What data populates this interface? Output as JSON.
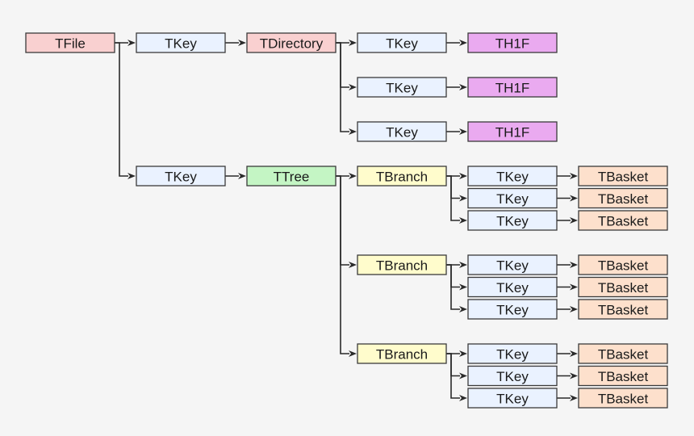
{
  "colors": {
    "TFile": "#f9d0d0",
    "TKey": "#eaf2ff",
    "TDirectory": "#f9d0d0",
    "TH1F": "#eaaaf0",
    "TTree": "#c4f5c4",
    "TBranch": "#fffccc",
    "TBasket": "#fde0cc"
  },
  "nodes": [
    {
      "id": "tfile",
      "label": "TFile",
      "kind": "TFile"
    },
    {
      "id": "key-dir",
      "label": "TKey",
      "kind": "TKey"
    },
    {
      "id": "tdirectory",
      "label": "TDirectory",
      "kind": "TDirectory"
    },
    {
      "id": "key-h1",
      "label": "TKey",
      "kind": "TKey"
    },
    {
      "id": "th1f-1",
      "label": "TH1F",
      "kind": "TH1F"
    },
    {
      "id": "key-h2",
      "label": "TKey",
      "kind": "TKey"
    },
    {
      "id": "th1f-2",
      "label": "TH1F",
      "kind": "TH1F"
    },
    {
      "id": "key-h3",
      "label": "TKey",
      "kind": "TKey"
    },
    {
      "id": "th1f-3",
      "label": "TH1F",
      "kind": "TH1F"
    },
    {
      "id": "key-tree",
      "label": "TKey",
      "kind": "TKey"
    },
    {
      "id": "ttree",
      "label": "TTree",
      "kind": "TTree"
    },
    {
      "id": "tbranch-1",
      "label": "TBranch",
      "kind": "TBranch"
    },
    {
      "id": "key-b1-1",
      "label": "TKey",
      "kind": "TKey"
    },
    {
      "id": "basket-b1-1",
      "label": "TBasket",
      "kind": "TBasket"
    },
    {
      "id": "key-b1-2",
      "label": "TKey",
      "kind": "TKey"
    },
    {
      "id": "basket-b1-2",
      "label": "TBasket",
      "kind": "TBasket"
    },
    {
      "id": "key-b1-3",
      "label": "TKey",
      "kind": "TKey"
    },
    {
      "id": "basket-b1-3",
      "label": "TBasket",
      "kind": "TBasket"
    },
    {
      "id": "tbranch-2",
      "label": "TBranch",
      "kind": "TBranch"
    },
    {
      "id": "key-b2-1",
      "label": "TKey",
      "kind": "TKey"
    },
    {
      "id": "basket-b2-1",
      "label": "TBasket",
      "kind": "TBasket"
    },
    {
      "id": "key-b2-2",
      "label": "TKey",
      "kind": "TKey"
    },
    {
      "id": "basket-b2-2",
      "label": "TBasket",
      "kind": "TBasket"
    },
    {
      "id": "key-b2-3",
      "label": "TKey",
      "kind": "TKey"
    },
    {
      "id": "basket-b2-3",
      "label": "TBasket",
      "kind": "TBasket"
    },
    {
      "id": "tbranch-3",
      "label": "TBranch",
      "kind": "TBranch"
    },
    {
      "id": "key-b3-1",
      "label": "TKey",
      "kind": "TKey"
    },
    {
      "id": "basket-b3-1",
      "label": "TBasket",
      "kind": "TBasket"
    },
    {
      "id": "key-b3-2",
      "label": "TKey",
      "kind": "TKey"
    },
    {
      "id": "basket-b3-2",
      "label": "TBasket",
      "kind": "TBasket"
    },
    {
      "id": "key-b3-3",
      "label": "TKey",
      "kind": "TKey"
    },
    {
      "id": "basket-b3-3",
      "label": "TBasket",
      "kind": "TBasket"
    }
  ],
  "edges": [
    {
      "from": "tfile",
      "to": "key-dir"
    },
    {
      "from": "tfile",
      "to": "key-tree"
    },
    {
      "from": "key-dir",
      "to": "tdirectory"
    },
    {
      "from": "tdirectory",
      "to": "key-h1"
    },
    {
      "from": "tdirectory",
      "to": "key-h2"
    },
    {
      "from": "tdirectory",
      "to": "key-h3"
    },
    {
      "from": "key-h1",
      "to": "th1f-1"
    },
    {
      "from": "key-h2",
      "to": "th1f-2"
    },
    {
      "from": "key-h3",
      "to": "th1f-3"
    },
    {
      "from": "key-tree",
      "to": "ttree"
    },
    {
      "from": "ttree",
      "to": "tbranch-1"
    },
    {
      "from": "ttree",
      "to": "tbranch-2"
    },
    {
      "from": "ttree",
      "to": "tbranch-3"
    },
    {
      "from": "tbranch-1",
      "to": "key-b1-1"
    },
    {
      "from": "tbranch-1",
      "to": "key-b1-2"
    },
    {
      "from": "tbranch-1",
      "to": "key-b1-3"
    },
    {
      "from": "key-b1-1",
      "to": "basket-b1-1"
    },
    {
      "from": "key-b1-2",
      "to": "basket-b1-2"
    },
    {
      "from": "key-b1-3",
      "to": "basket-b1-3"
    },
    {
      "from": "tbranch-2",
      "to": "key-b2-1"
    },
    {
      "from": "tbranch-2",
      "to": "key-b2-2"
    },
    {
      "from": "tbranch-2",
      "to": "key-b2-3"
    },
    {
      "from": "key-b2-1",
      "to": "basket-b2-1"
    },
    {
      "from": "key-b2-2",
      "to": "basket-b2-2"
    },
    {
      "from": "key-b2-3",
      "to": "basket-b2-3"
    },
    {
      "from": "tbranch-3",
      "to": "key-b3-1"
    },
    {
      "from": "tbranch-3",
      "to": "key-b3-2"
    },
    {
      "from": "tbranch-3",
      "to": "key-b3-3"
    },
    {
      "from": "key-b3-1",
      "to": "basket-b3-1"
    },
    {
      "from": "key-b3-2",
      "to": "basket-b3-2"
    },
    {
      "from": "key-b3-3",
      "to": "basket-b3-3"
    }
  ]
}
